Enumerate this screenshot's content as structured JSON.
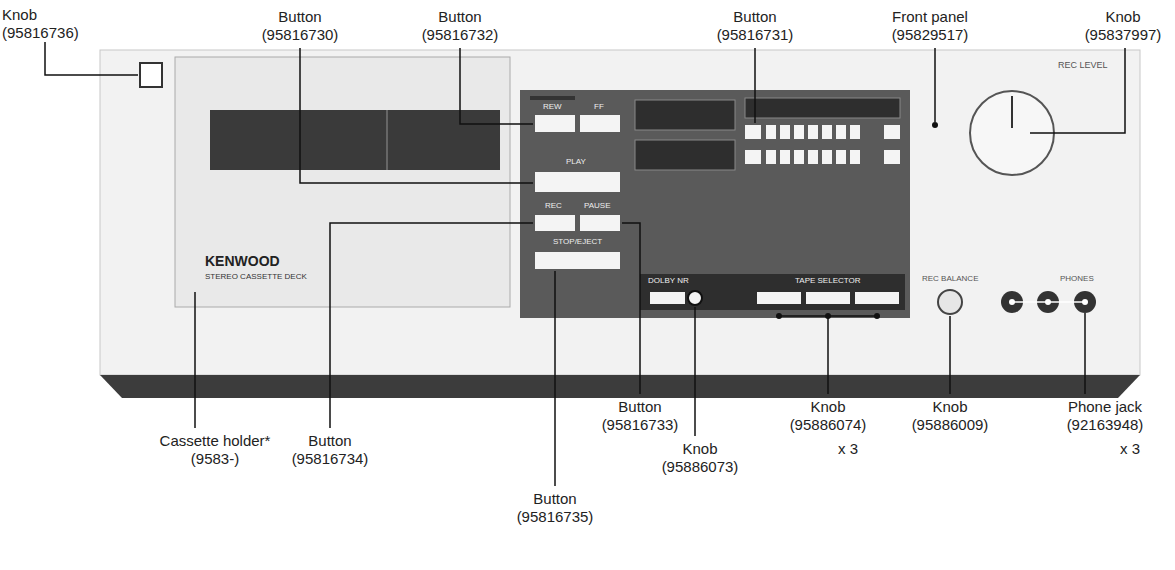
{
  "diagram": {
    "labels": [
      "Knob (95816736)",
      "Button (95816730)",
      "Button (95816732)",
      "Button (95816731)",
      "Front panel (95829517)",
      "Knob (95837997)",
      "Cassette holder* (9583-)",
      "Button (95816734)",
      "Button (95816735)",
      "Button (95816733)",
      "Knob (95886073)",
      "Knob (95886074)",
      "x 3",
      "Knob (95886009)",
      "Phone jack (92163948)",
      "x 3",
      "KENWOOD",
      "STEREO CASSETTE DECK",
      "REW",
      "FF",
      "PLAY",
      "REC",
      "PAUSE",
      "STOP/EJECT",
      "DOLBY NR",
      "TAPE SELECTOR",
      "REC LEVEL",
      "REC BALANCE",
      "PHONES"
    ]
  }
}
